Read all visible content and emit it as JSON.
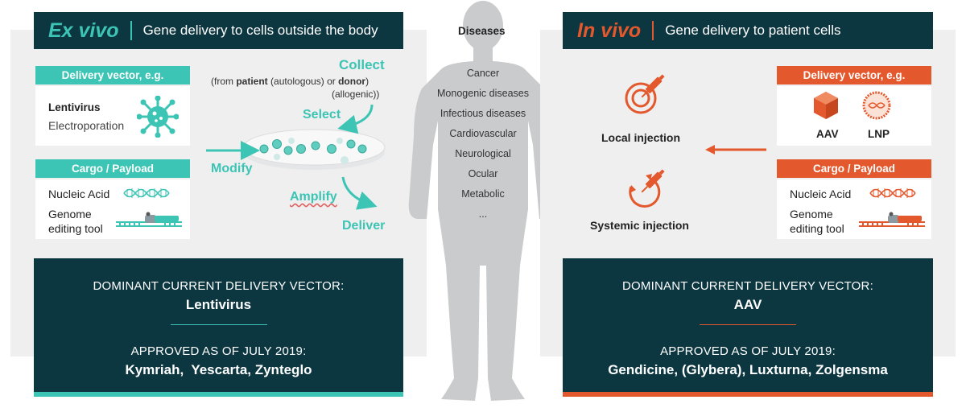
{
  "colors": {
    "teal": "#3cc4b4",
    "orange": "#e3582c",
    "dark": "#0c3640",
    "panel": "#efefef",
    "body_grey": "#c9cbcd"
  },
  "ex_vivo": {
    "title": "Ex vivo",
    "subtitle": "Gene delivery to cells outside the body",
    "vector_label": "Delivery vector, e.g.",
    "vector_items": [
      "Lentivirus",
      "Electroporation"
    ],
    "cargo_label": "Cargo / Payload",
    "cargo_items": [
      "Nucleic Acid",
      "Genome editing tool"
    ],
    "steps": {
      "collect": "Collect",
      "collect_note_prefix": "(from",
      "collect_note_patient": "patient",
      "collect_note_mid": "(autologous) or",
      "collect_note_donor": "donor",
      "collect_note_suffix": ")",
      "collect_note_line2": "(allogenic))",
      "select": "Select",
      "modify": "Modify",
      "amplify": "Amplify",
      "deliver": "Deliver"
    },
    "dominant_label": "DOMINANT CURRENT DELIVERY VECTOR:",
    "dominant_value": "Lentivirus",
    "approved_label": "APPROVED AS OF JULY 2019:",
    "approved_value": "Kymriah,  Yescarta, Zynteglo"
  },
  "diseases": {
    "title": "Diseases",
    "items": [
      "Cancer",
      "Monogenic diseases",
      "Infectious diseases",
      "Cardiovascular",
      "Neurological",
      "Ocular",
      "Metabolic",
      "..."
    ]
  },
  "in_vivo": {
    "title": "In vivo",
    "subtitle": "Gene delivery to patient cells",
    "vector_label": "Delivery vector, e.g.",
    "vector_items": [
      "AAV",
      "LNP"
    ],
    "cargo_label": "Cargo / Payload",
    "cargo_items": [
      "Nucleic Acid",
      "Genome editing tool"
    ],
    "local_injection": "Local injection",
    "systemic_injection": "Systemic injection",
    "dominant_label": "DOMINANT CURRENT DELIVERY VECTOR:",
    "dominant_value": "AAV",
    "approved_label": "APPROVED AS OF JULY 2019:",
    "approved_value": "Gendicine, (Glybera), Luxturna, Zolgensma"
  }
}
